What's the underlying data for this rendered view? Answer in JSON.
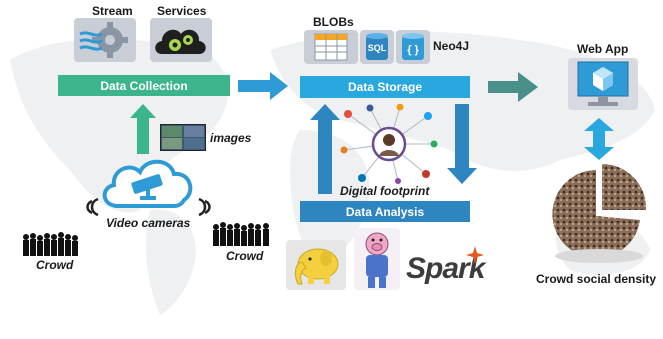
{
  "collection": {
    "stream_label": "Stream",
    "services_label": "Services",
    "bar_label": "Data Collection",
    "images_label": "images",
    "cameras_label": "Video cameras",
    "crowd_left_label": "Crowd",
    "crowd_right_label": "Crowd"
  },
  "storage": {
    "blobs_label": "BLOBs",
    "sql_label": "SQL",
    "neo4j_label": "Neo4J",
    "bar_label": "Data Storage"
  },
  "analysis": {
    "footprint_label": "Digital footprint",
    "bar_label": "Data Analysis",
    "spark_label": "Spark"
  },
  "webapp": {
    "title": "Web App",
    "density_label": "Crowd social density"
  },
  "colors": {
    "collection_bar": "#3cb48c",
    "storage_bar": "#29a8e0",
    "analysis_bar": "#2e86c1",
    "arrow_blue": "#2e9bd6",
    "arrow_teal": "#4a8f8a",
    "arrow_green": "#3cb48c"
  }
}
